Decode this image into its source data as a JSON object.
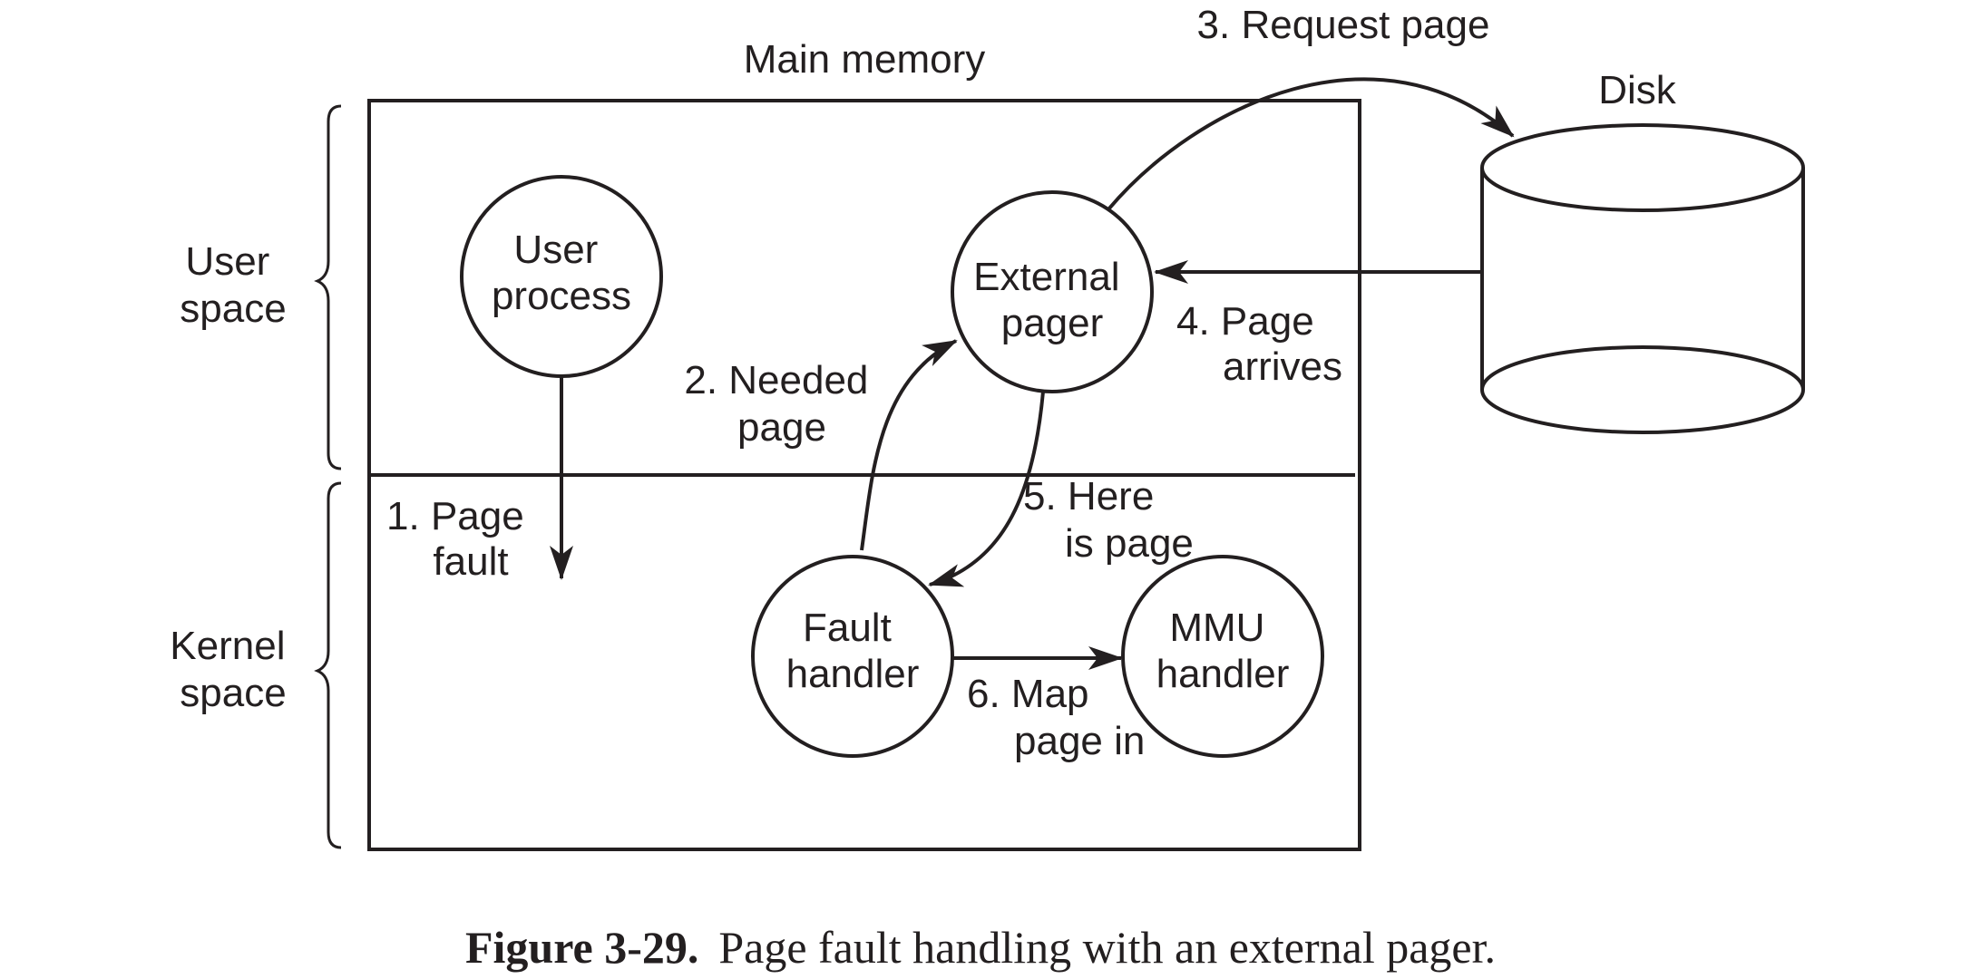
{
  "labels": {
    "main_memory": "Main memory",
    "disk": "Disk",
    "user_space": [
      "User",
      "space"
    ],
    "kernel_space": [
      "Kernel",
      "space"
    ]
  },
  "nodes": {
    "user_process": [
      "User",
      "process"
    ],
    "external_pager": [
      "External",
      "pager"
    ],
    "fault_handler": [
      "Fault",
      "handler"
    ],
    "mmu_handler": [
      "MMU",
      "handler"
    ]
  },
  "steps": {
    "step1": [
      "1. Page",
      "fault"
    ],
    "step2": [
      "2. Needed",
      "page"
    ],
    "step3": [
      "3. Request page"
    ],
    "step4": [
      "4. Page",
      "arrives"
    ],
    "step5": [
      "5. Here",
      "is page"
    ],
    "step6": [
      "6. Map",
      "page in"
    ]
  },
  "caption": {
    "label": "Figure 3-29.",
    "text": "Page fault handling with an external pager."
  }
}
